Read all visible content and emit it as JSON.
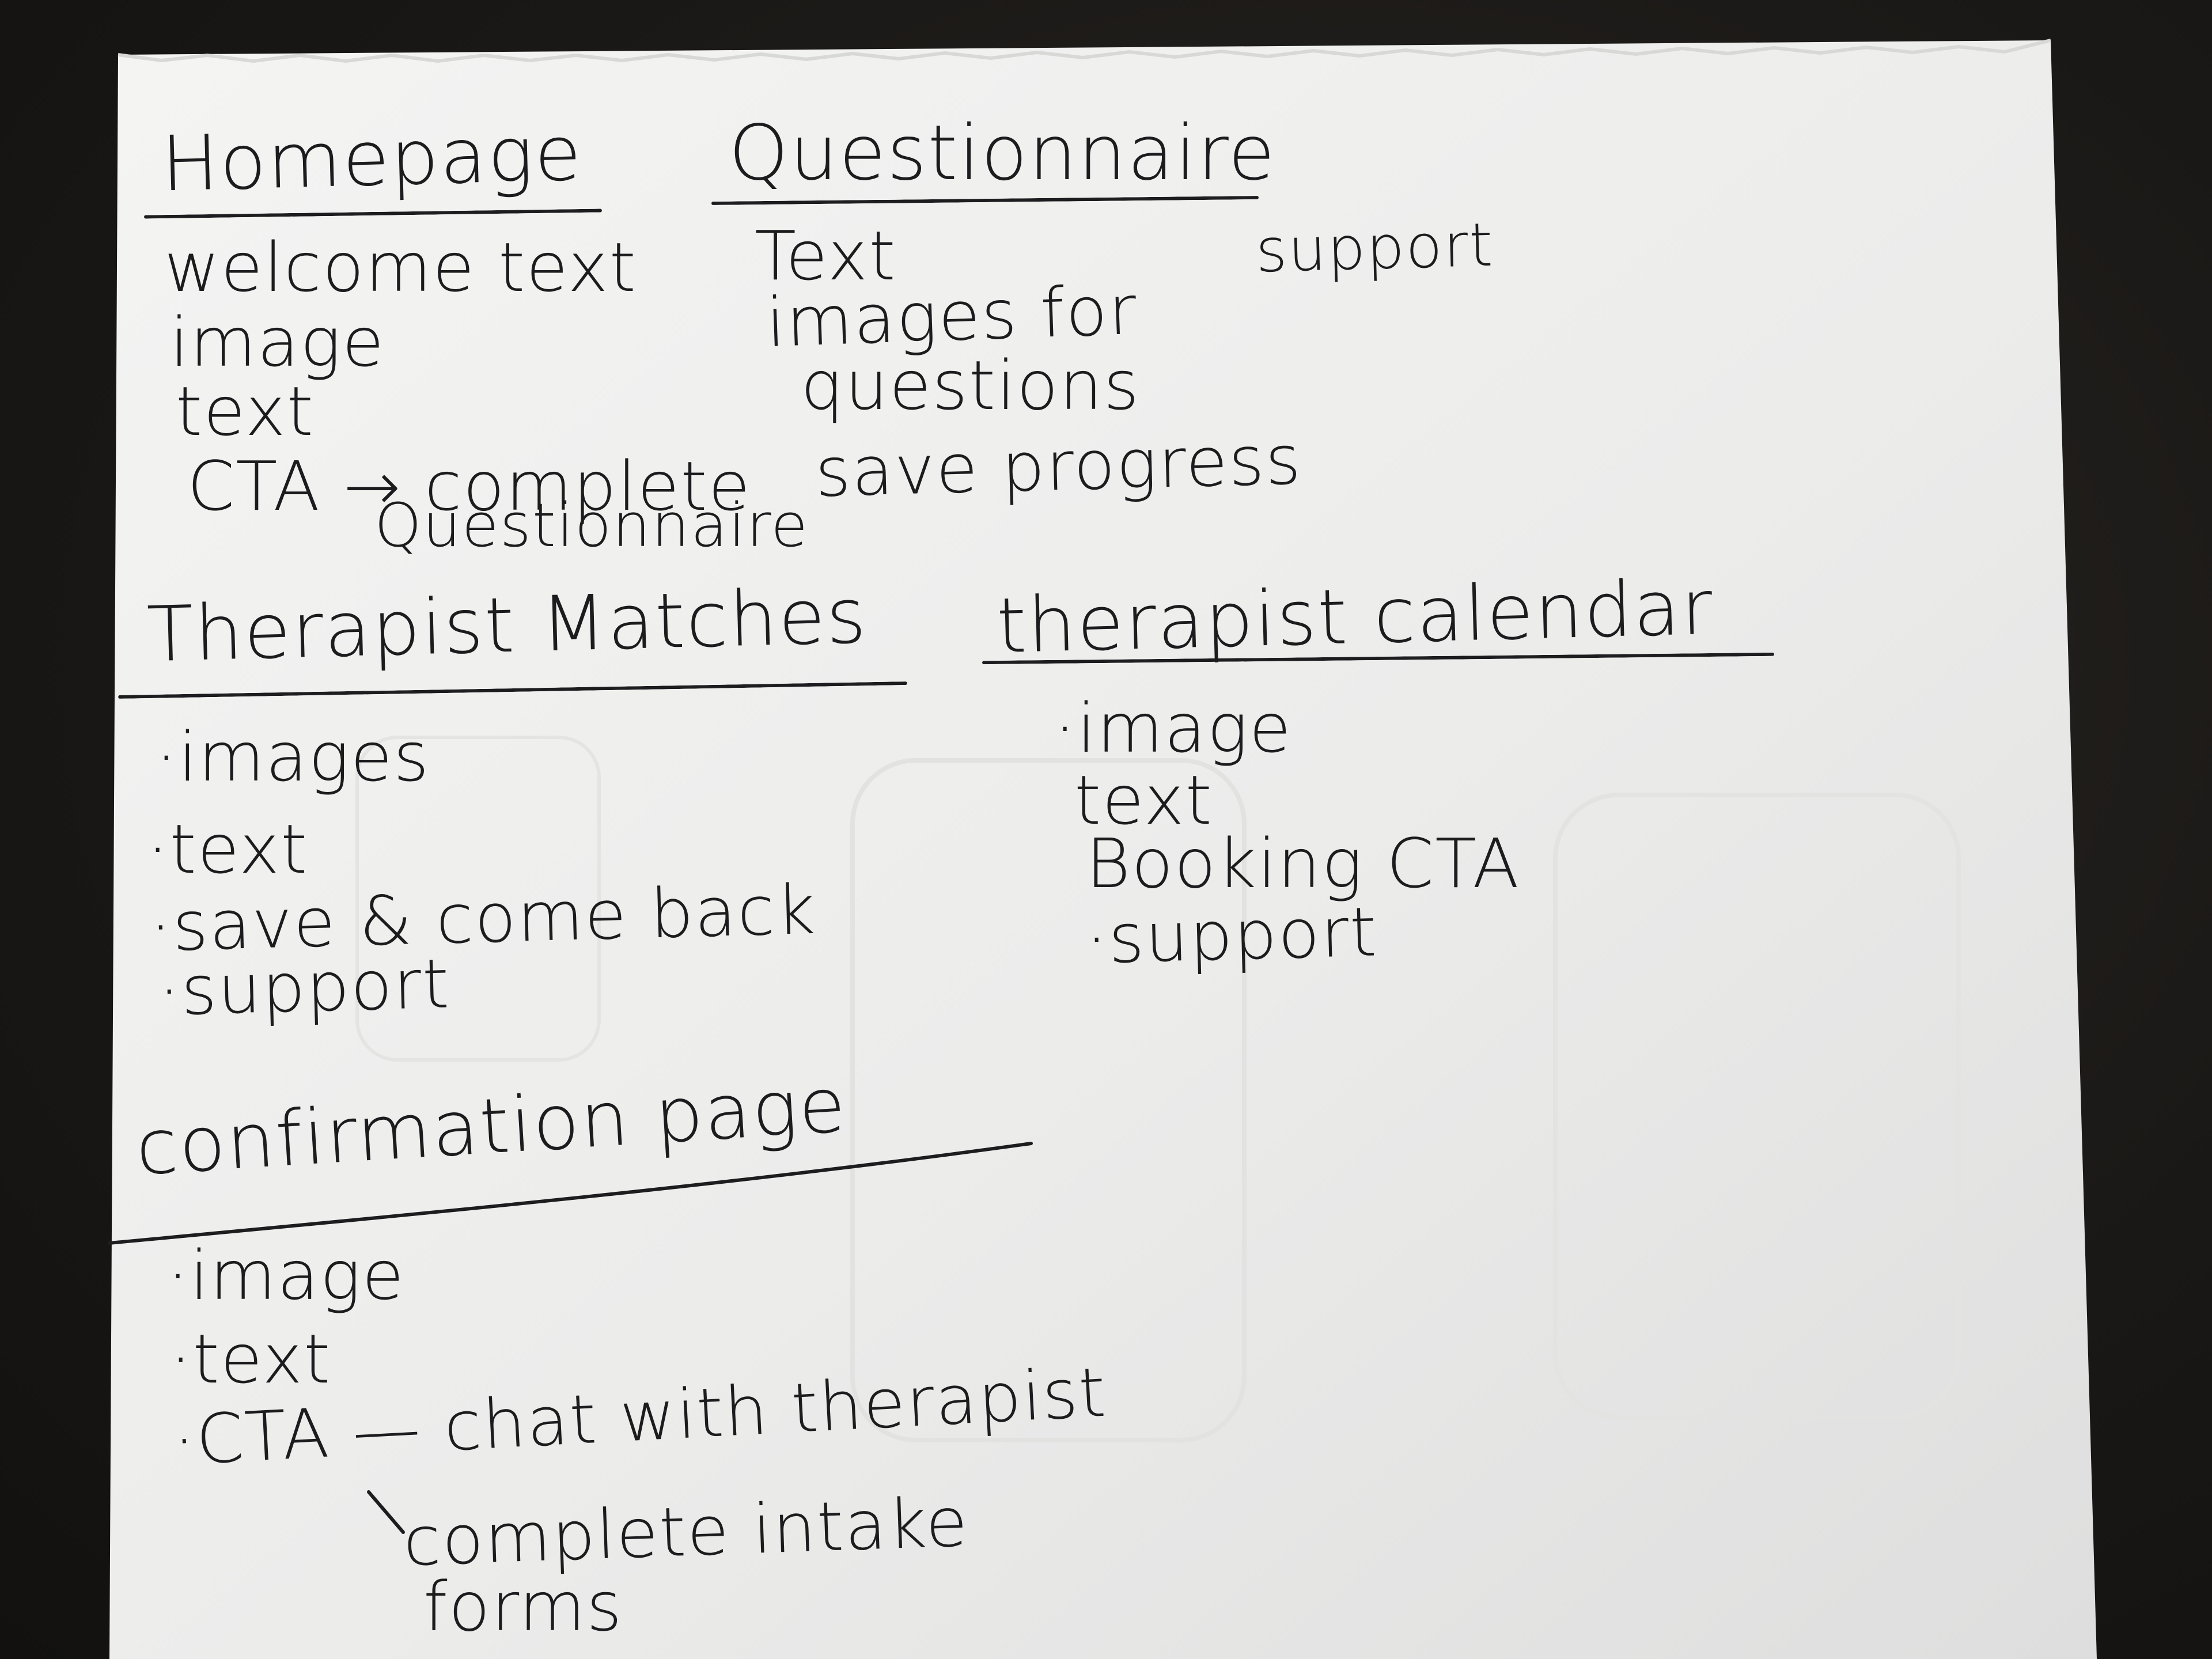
{
  "sections": {
    "homepage": {
      "heading": "Homepage",
      "items": [
        "welcome text",
        "image",
        "text",
        "CTA → complete",
        "Questionnaire"
      ]
    },
    "questionnaire": {
      "heading": "Questionnaire",
      "items": [
        "Text",
        "images for",
        "questions",
        "save progress",
        "support"
      ]
    },
    "therapist_matches": {
      "heading": "Therapist Matches",
      "items": [
        "·images",
        "·text",
        "·save & come back",
        "·support"
      ]
    },
    "therapist_calendar": {
      "heading": "therapist calendar",
      "items": [
        "·image",
        "text",
        "Booking CTA",
        "·support"
      ]
    },
    "confirmation_page": {
      "heading": "confirmation page",
      "items": [
        "·image",
        "·text",
        "·CTA — chat with therapist",
        "complete intake",
        "forms"
      ]
    }
  },
  "colors": {
    "paper": "#efefee",
    "ink": "#1c1c1e",
    "table": "#1a1816"
  }
}
